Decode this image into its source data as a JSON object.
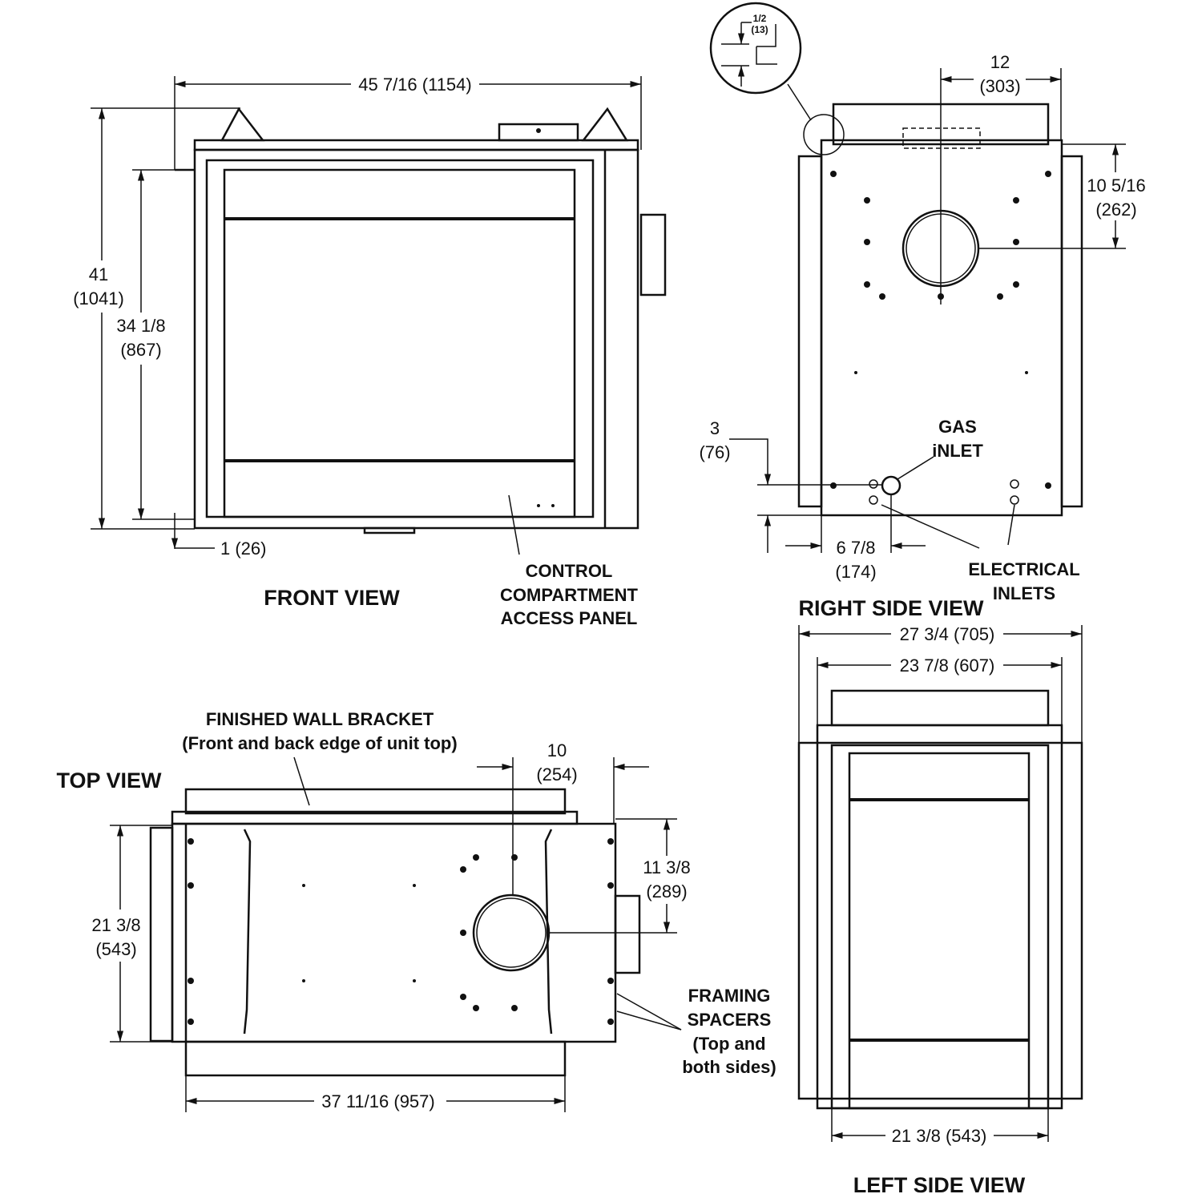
{
  "titles": {
    "front": "FRONT VIEW",
    "right": "RIGHT SIDE VIEW",
    "top": "TOP VIEW",
    "left": "LEFT SIDE VIEW"
  },
  "front": {
    "width": "45 7/16 (1154)",
    "h1": "41",
    "h1mm": "(1041)",
    "h2": "34 1/8",
    "h2mm": "(867)",
    "bottom": "1 (26)",
    "panel": [
      "CONTROL",
      "COMPARTMENT",
      "ACCESS PANEL"
    ]
  },
  "right": {
    "detail": "1/2",
    "detail_mm": "(13)",
    "d12": "12",
    "d12mm": "(303)",
    "d10": "10 5/16",
    "d10mm": "(262)",
    "d3": "3",
    "d3mm": "(76)",
    "d6": "6 7/8",
    "d6mm": "(174)",
    "gas": [
      "GAS",
      "iNLET"
    ],
    "elec": [
      "ELECTRICAL",
      "INLETS"
    ]
  },
  "left": {
    "w1": "27 3/4 (705)",
    "w2": "23 7/8 (607)",
    "w3": "21 3/8 (543)"
  },
  "top": {
    "bracket": [
      "FINISHED WALL BRACKET",
      "(Front and back edge of unit top)"
    ],
    "d10": "10",
    "d10mm": "(254)",
    "d11": "11 3/8",
    "d11mm": "(289)",
    "d21": "21 3/8",
    "d21mm": "(543)",
    "d37": "37 11/16 (957)",
    "spacers": [
      "FRAMING",
      "SPACERS",
      "(Top and",
      "both sides)"
    ]
  }
}
